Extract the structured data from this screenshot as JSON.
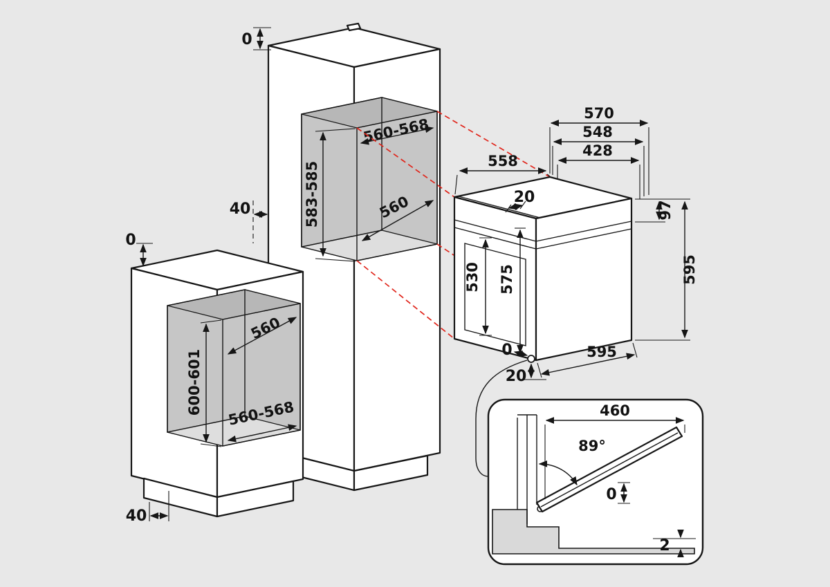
{
  "title": "Built-in oven installation dimensions diagram",
  "colors": {
    "background": "#e8e8e8",
    "line": "#161616",
    "niche_wall": "#c6c6c6",
    "niche_floor": "#dedede",
    "projection_red": "#e0251b"
  },
  "tall_cabinet": {
    "flush_top": "0",
    "niche_width": "560-568",
    "niche_height": "583-585",
    "niche_depth": "560",
    "side_clearance": "40"
  },
  "base_cabinet": {
    "flush_top": "0",
    "niche_depth": "560",
    "niche_height": "600-601",
    "niche_width": "560-568",
    "plinth_recess": "40"
  },
  "oven": {
    "depth_total": "570",
    "depth_mid": "548",
    "depth_inner": "428",
    "width_rear": "558",
    "front_lip": "20",
    "panel_height": "97",
    "inner_height": "530",
    "front_height": "575",
    "total_height": "595",
    "flush_gap": "0",
    "bottom_clearance": "20",
    "bottom_depth": "595"
  },
  "door_detail": {
    "door_depth": "460",
    "opening_angle": "89°",
    "flush_gap": "0",
    "floor_gap": "2"
  }
}
